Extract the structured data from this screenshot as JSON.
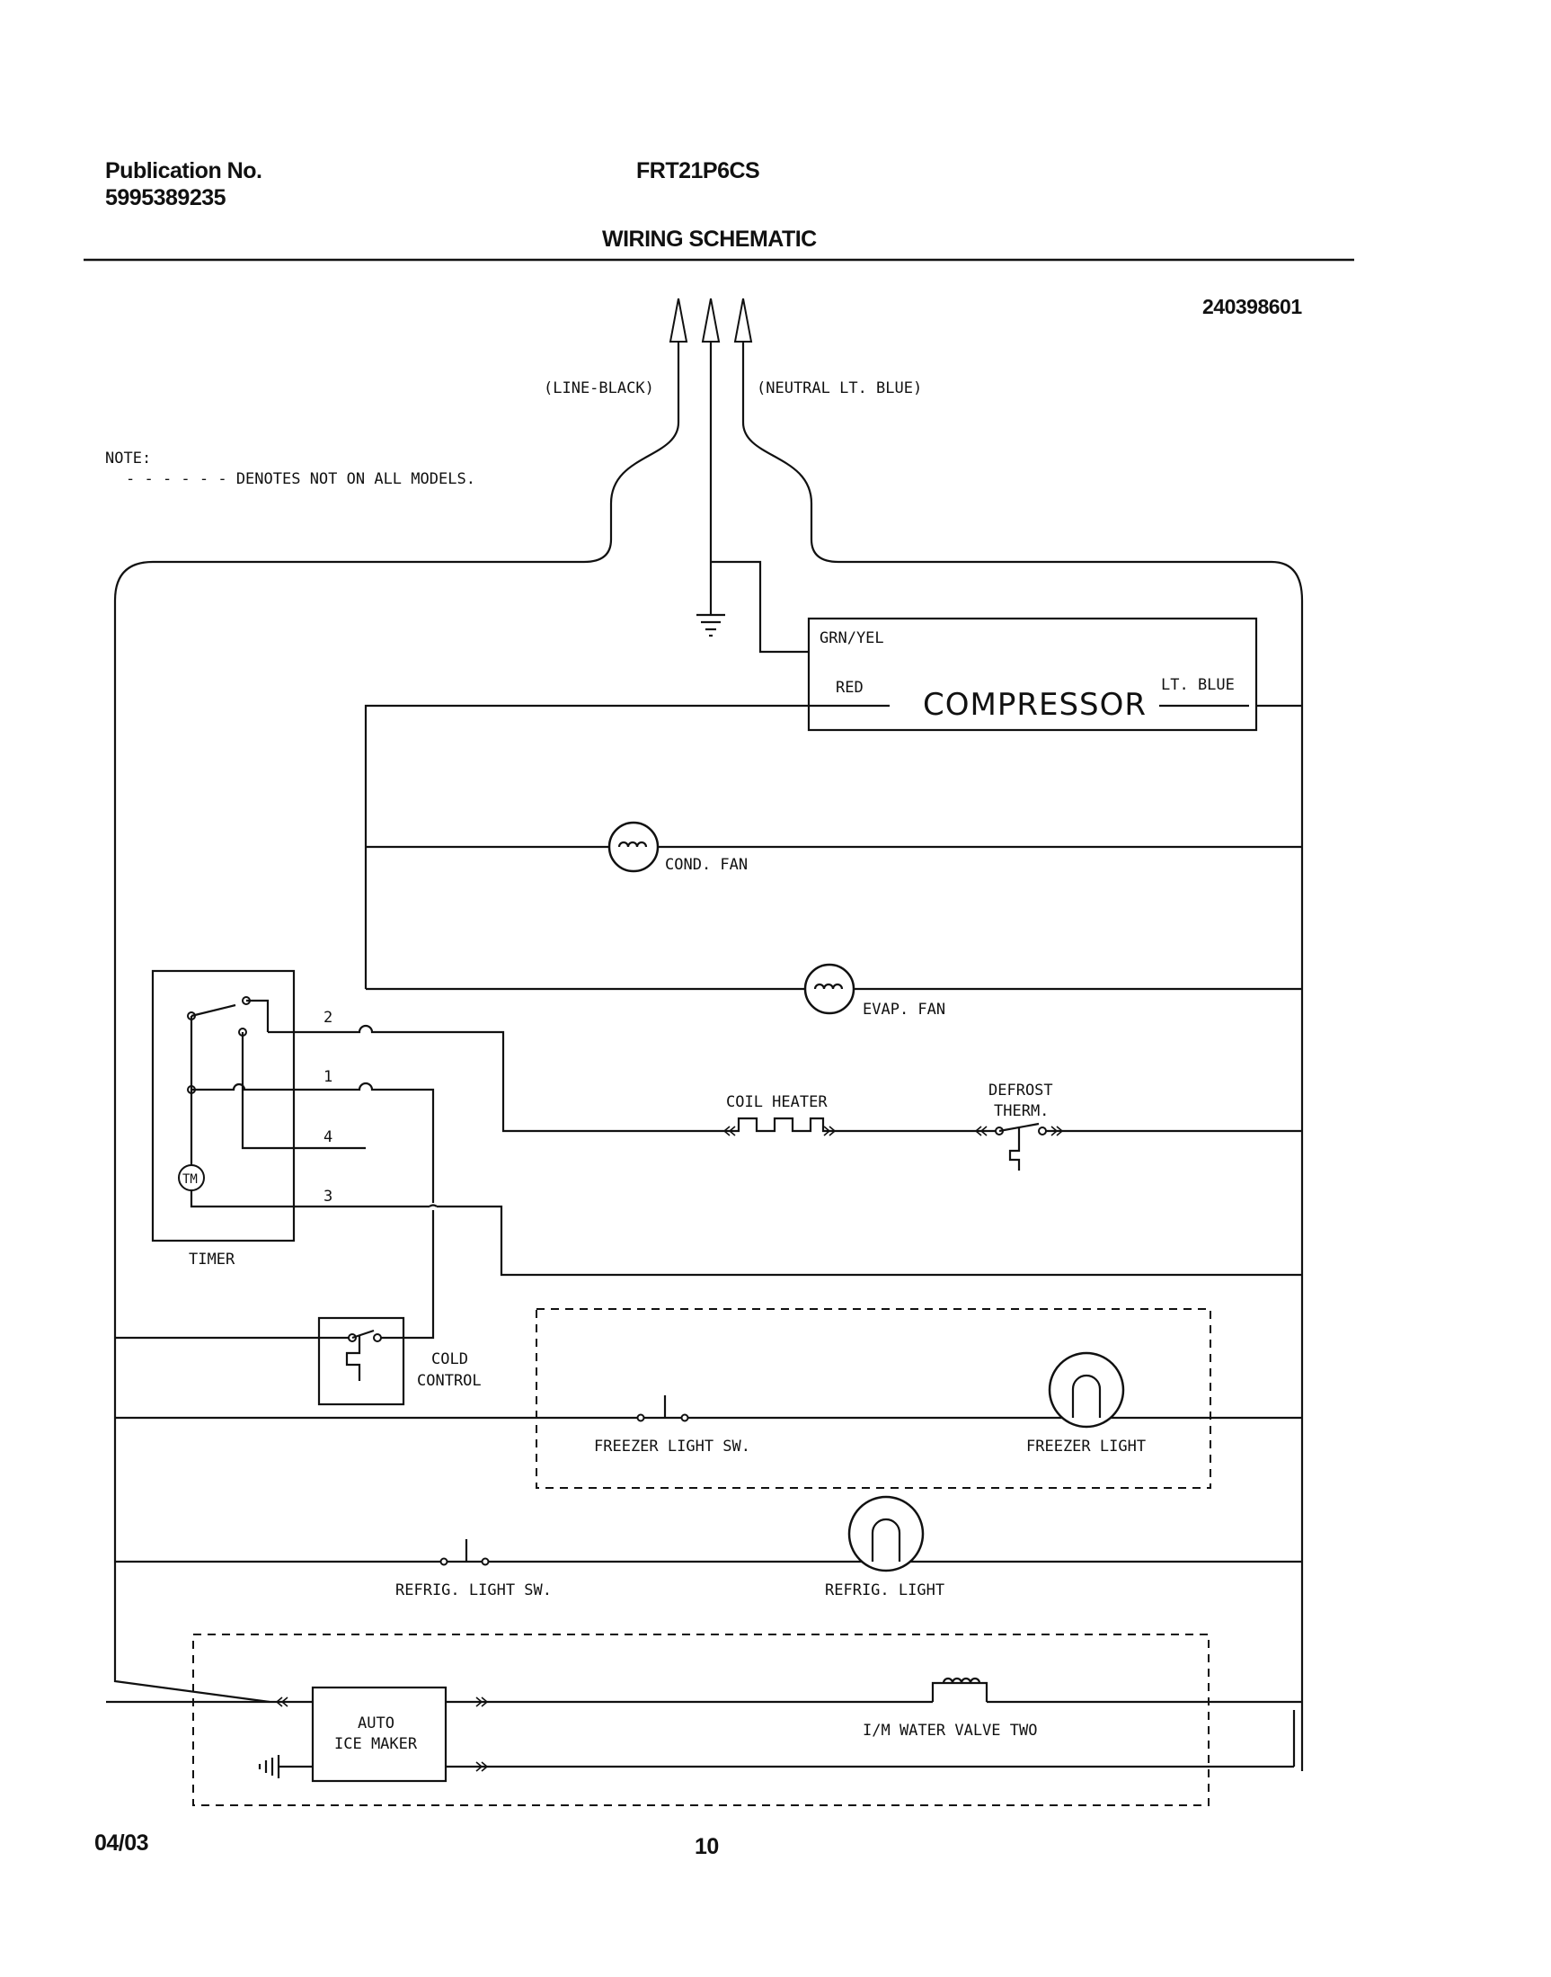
{
  "header": {
    "publication_label": "Publication No.",
    "publication_number": "5995389235",
    "model": "FRT21P6CS",
    "title": "WIRING SCHEMATIC",
    "diagram_number": "240398601"
  },
  "footer": {
    "date": "04/03",
    "page_number": "10"
  },
  "note": {
    "label": "NOTE:",
    "text": "- - - - - - DENOTES NOT ON ALL MODELS."
  },
  "supply": {
    "line_label": "(LINE-BLACK)",
    "neutral_label": "(NEUTRAL LT. BLUE)"
  },
  "compressor": {
    "name": "COMPRESSOR",
    "ground_wire": "GRN/YEL",
    "left_wire": "RED",
    "right_wire": "LT. BLUE"
  },
  "components": {
    "cond_fan": "COND. FAN",
    "evap_fan": "EVAP. FAN",
    "coil_heater": "COIL HEATER",
    "defrost_therm_line1": "DEFROST",
    "defrost_therm_line2": "THERM.",
    "timer": "TIMER",
    "timer_motor": "TM",
    "timer_terminal_2": "2",
    "timer_terminal_1": "1",
    "timer_terminal_4": "4",
    "timer_terminal_3": "3",
    "cold_control_line1": "COLD",
    "cold_control_line2": "CONTROL",
    "freezer_light_sw": "FREEZER LIGHT SW.",
    "freezer_light": "FREEZER LIGHT",
    "refrig_light_sw": "REFRIG. LIGHT SW.",
    "refrig_light": "REFRIG. LIGHT",
    "ice_maker_line1": "AUTO",
    "ice_maker_line2": "ICE MAKER",
    "water_valve": "I/M WATER VALVE TWO"
  },
  "colors": {
    "ink": "#111111",
    "paper": "#ffffff"
  }
}
